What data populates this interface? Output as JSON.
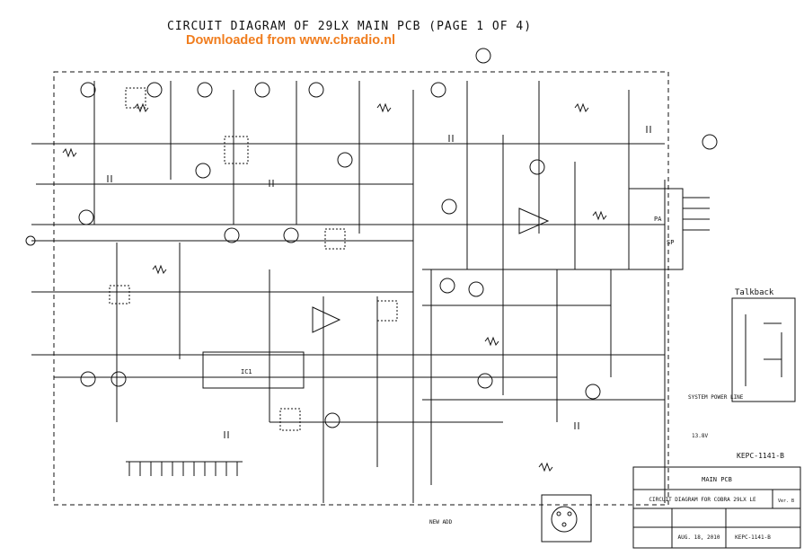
{
  "header": {
    "title": "CIRCUIT DIAGRAM OF 29LX MAIN PCB (PAGE 1 OF 4)",
    "source": "Downloaded from www.cbradio.nl"
  },
  "labels": {
    "talkback": "Talkback",
    "system_power_line": "SYSTEM POWER LINE",
    "main_ic": "IC1",
    "supply": "13.8V",
    "new_add": "NEW ADD",
    "connector_pa": "PA",
    "connector_sp": "SP"
  },
  "kepc_code": "KEPC-1141-B",
  "title_block": {
    "board": "MAIN PCB",
    "drawing_title": "CIRCUIT DIAGRAM FOR COBRA 29LX LE",
    "version": "Ver. B",
    "date": "AUG. 18, 2010",
    "drawing_no": "KEPC-1141-B"
  },
  "colors": {
    "ink": "#111111",
    "source_text": "#f07d1e",
    "background": "#ffffff"
  }
}
